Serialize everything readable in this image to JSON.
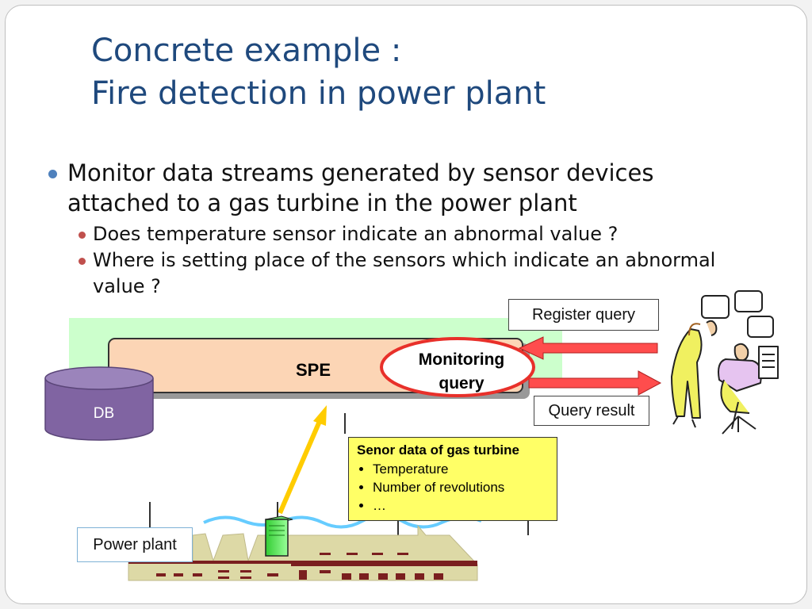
{
  "title": {
    "line1": "Concrete example :",
    "line2": "Fire detection in power plant"
  },
  "bullets": {
    "main": "Monitor data streams generated by sensor devices attached to a gas turbine in the power plant",
    "sub1": "Does temperature sensor indicate an abnormal value ?",
    "sub2": "Where is setting place of the sensors which indicate an abnormal value ?"
  },
  "diagram": {
    "spe_label": "SPE",
    "monitoring_query_line1": "Monitoring",
    "monitoring_query_line2": "query",
    "db_label": "DB",
    "register_query": "Register query",
    "query_result": "Query result",
    "power_plant": "Power plant",
    "sensor_box": {
      "heading": "Senor data of gas turbine",
      "items": [
        "Temperature",
        "Number of revolutions",
        "…"
      ]
    }
  },
  "colors": {
    "title": "#1f497d",
    "bullet_main": "#4f81bd",
    "bullet_sub": "#c0504d",
    "green_area": "#ccffcc",
    "spe_fill": "#fcd5b5",
    "db_fill": "#8064a2",
    "arrow_red": "#ff4d4d",
    "arrow_yellow": "#ffcc00",
    "ellipse_border": "#e8302a",
    "sensor_box": "#ffff66"
  }
}
